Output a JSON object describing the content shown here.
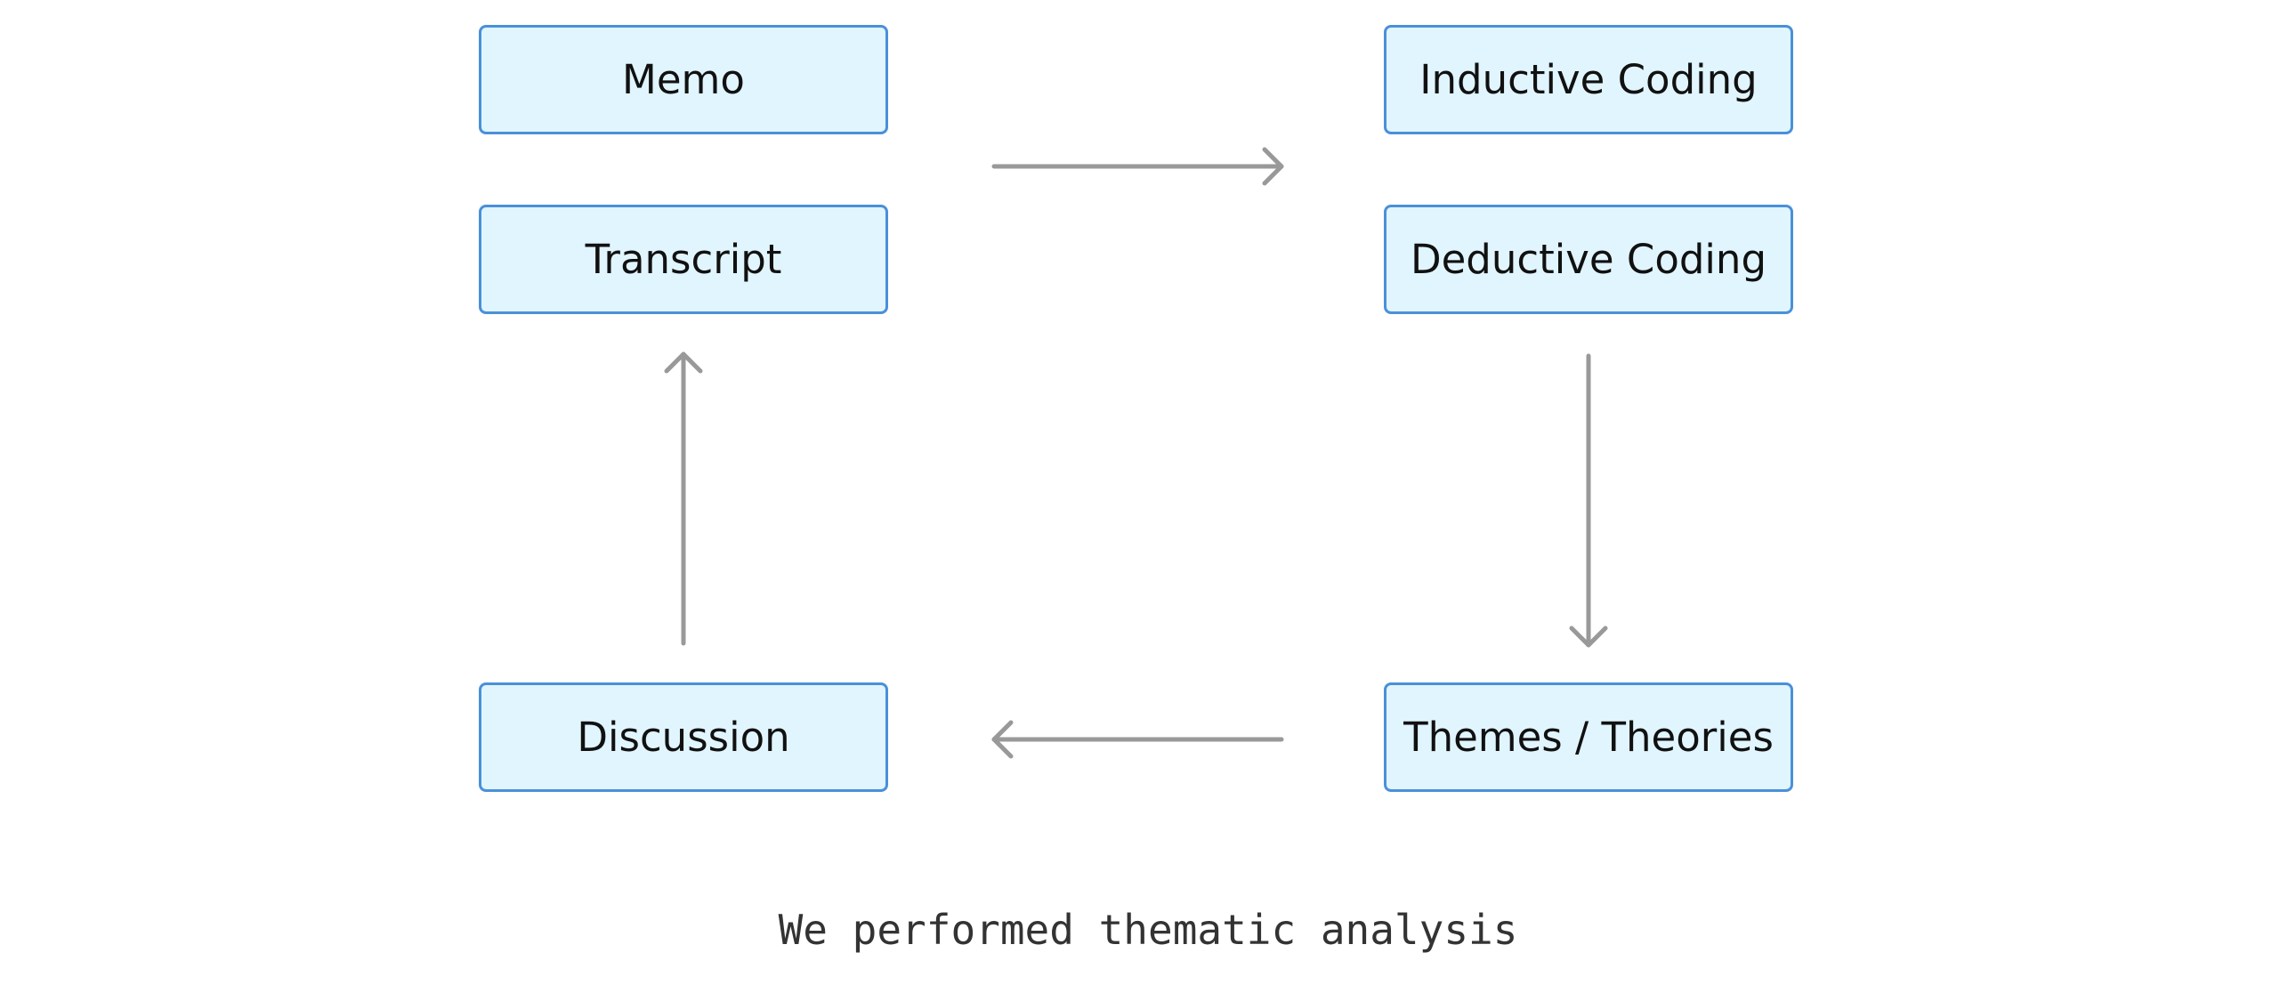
{
  "diagram": {
    "nodes": {
      "memo": "Memo",
      "transcript": "Transcript",
      "inductive_coding": "Inductive Coding",
      "deductive_coding": "Deductive Coding",
      "discussion": "Discussion",
      "themes_theories": "Themes / Theories"
    },
    "caption": "We performed thematic analysis",
    "colors": {
      "node_fill": "#e1f5fe",
      "node_border": "#4a90d9",
      "arrow": "#999999",
      "text": "#111111",
      "caption": "#333333"
    }
  }
}
